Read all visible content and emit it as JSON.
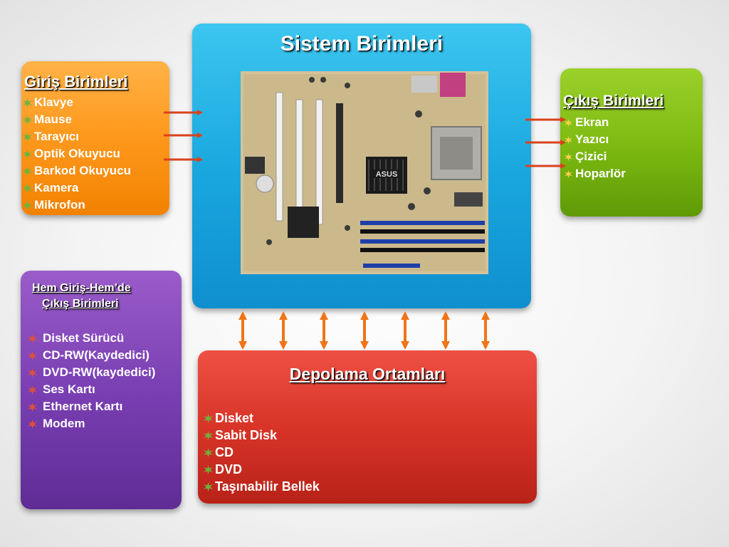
{
  "sistem": {
    "title": "Sistem Birimleri"
  },
  "giris": {
    "title": "Giriş Birimleri",
    "items": [
      "Klavye",
      "Mause",
      "Tarayıcı",
      "Optik Okuyucu",
      "Barkod Okuyucu",
      "Kamera",
      "Mikrofon"
    ]
  },
  "cikis": {
    "title": "Çıkış Birimleri",
    "items": [
      "Ekran",
      "Yazıcı",
      "Çizici",
      "Hoparlör"
    ]
  },
  "hem": {
    "title_line1": "Hem Giriş-Hem’de",
    "title_line2": "Çıkış Birimleri",
    "items": [
      "Disket Sürücü",
      "CD-RW(Kaydedici)",
      "DVD-RW(kaydedici)",
      "Ses Kartı",
      "Ethernet Kartı",
      "Modem"
    ]
  },
  "depo": {
    "title": "Depolama Ortamları",
    "items": [
      "Disket",
      "Sabit Disk",
      "CD",
      "DVD",
      "Taşınabilir Bellek"
    ]
  },
  "motherboard": {
    "brand": "ASUS"
  },
  "colors": {
    "giris": "#ff9a1f",
    "sistem": "#1aa8df",
    "cikis": "#7fbb12",
    "hem": "#7a3fb3",
    "depo": "#d83428",
    "arrow_h": "#d9421c",
    "arrow_v": "#f07418"
  },
  "icons": {
    "bullet": "starburst-bullet-icon",
    "arrow": "arrow-icon"
  }
}
